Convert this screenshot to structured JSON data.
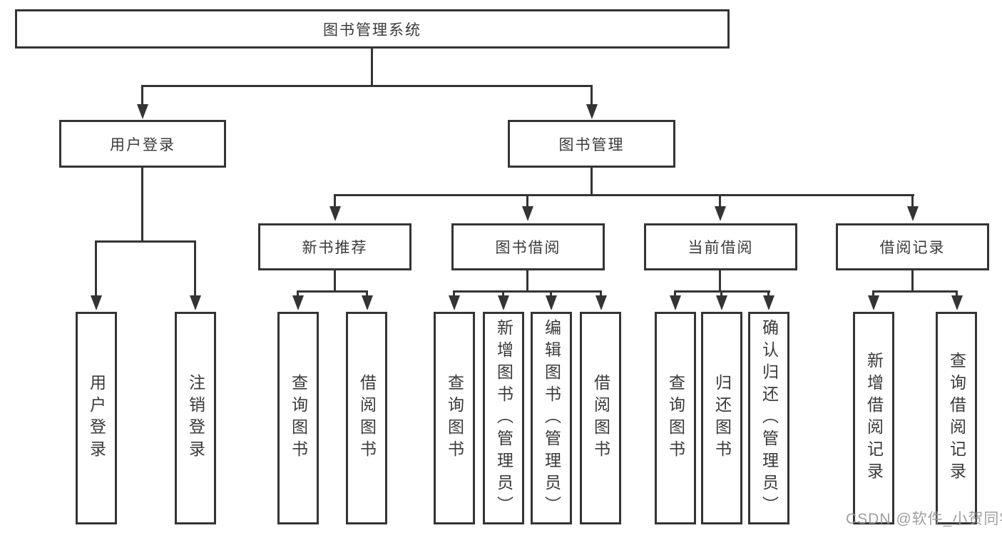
{
  "tree": {
    "root": "图书管理系统",
    "children": [
      {
        "label": "用户登录",
        "leaves": [
          "用户登录",
          "注销登录"
        ]
      },
      {
        "label": "图书管理",
        "children": [
          {
            "label": "新书推荐",
            "leaves": [
              "查询图书",
              "借阅图书"
            ]
          },
          {
            "label": "图书借阅",
            "leaves": [
              "查询图书",
              "新增图书（管理员）",
              "编辑图书（管理员）",
              "借阅图书"
            ]
          },
          {
            "label": "当前借阅",
            "leaves": [
              "查询图书",
              "归还图书",
              "确认归还（管理员）"
            ]
          },
          {
            "label": "借阅记录",
            "leaves": [
              "新增借阅记录",
              "查询借阅记录"
            ]
          }
        ]
      }
    ]
  },
  "watermark": {
    "text": "CSDN @软件_小贺同学"
  },
  "colors": {
    "line": "#343434",
    "text": "#3a3a3a",
    "watermark": "#969696",
    "background": "#ffffff"
  }
}
